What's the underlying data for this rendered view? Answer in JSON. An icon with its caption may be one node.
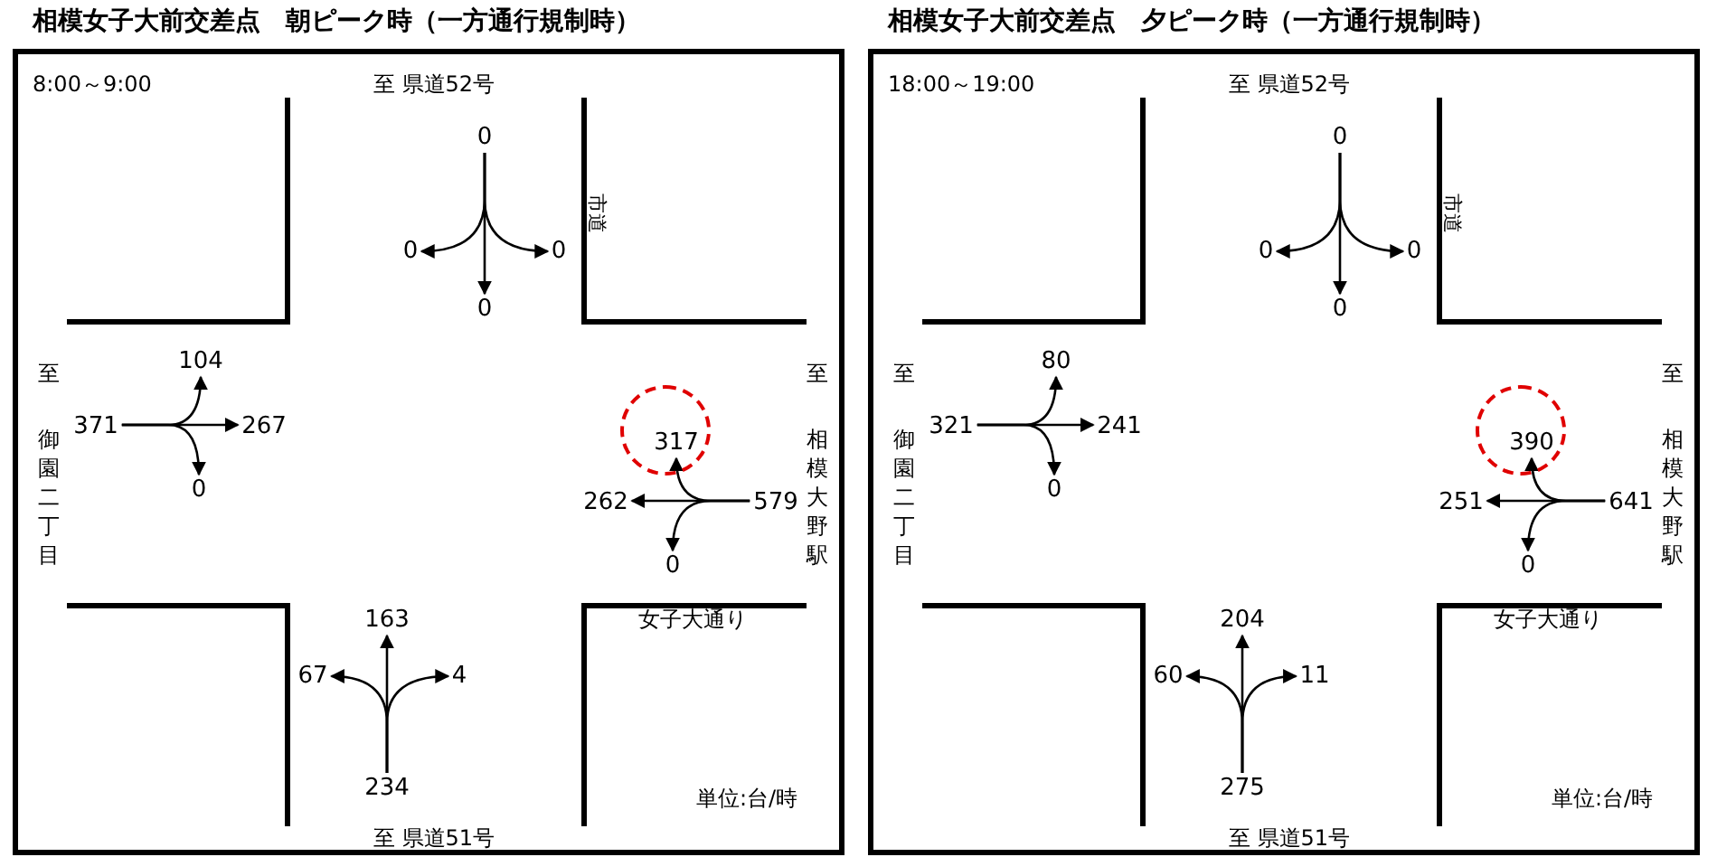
{
  "diagram": {
    "nodes": [
      {
        "text": [
          "相模女子大前交差点　朝ピーク時（一方通行規制時）"
        ]
      },
      {
        "text": [
          "0"
        ],
        "in": 0
      },
      {
        "text": [
          "0"
        ],
        "in": 0
      },
      {
        "text": [
          "0"
        ],
        "in": 0
      },
      {
        "text": [
          "0"
        ],
        "in": 0
      },
      {
        "text": [
          "104"
        ],
        "in": 0
      },
      {
        "text": [
          "371"
        ],
        "in": 0
      },
      {
        "text": [
          "267"
        ],
        "in": 0
      },
      {
        "text": [
          "0"
        ],
        "in": 0
      },
      {
        "text": [],
        "shape": "circle",
        "in": 0
      },
      {
        "text": [
          "317"
        ],
        "in": 9
      },
      {
        "text": [
          "262"
        ],
        "in": 0
      },
      {
        "text": [
          "579"
        ],
        "in": 0
      },
      {
        "text": [
          "0"
        ],
        "in": 0
      },
      {
        "text": [
          "163"
        ],
        "in": 0
      },
      {
        "text": [
          "67"
        ],
        "in": 0
      },
      {
        "text": [
          "4"
        ],
        "in": 0
      },
      {
        "text": [
          "234"
        ],
        "in": 0
      },
      {
        "text": [
          "相模女子大前交差点　夕ピーク時（一方通行規制時）"
        ]
      },
      {
        "text": [
          "0"
        ],
        "in": 18
      },
      {
        "text": [
          "0"
        ],
        "in": 18
      },
      {
        "text": [
          "0"
        ],
        "in": 18
      },
      {
        "text": [
          "0"
        ],
        "in": 18
      },
      {
        "text": [
          "80"
        ],
        "in": 18
      },
      {
        "text": [
          "321"
        ],
        "in": 18
      },
      {
        "text": [
          "241"
        ],
        "in": 18
      },
      {
        "text": [
          "0"
        ],
        "in": 18
      },
      {
        "text": [],
        "shape": "circle",
        "in": 18
      },
      {
        "text": [
          "390"
        ],
        "in": 27
      },
      {
        "text": [
          "251"
        ],
        "in": 18
      },
      {
        "text": [
          "641"
        ],
        "in": 18
      },
      {
        "text": [
          "0"
        ],
        "in": 18
      },
      {
        "text": [
          "204"
        ],
        "in": 18
      },
      {
        "text": [
          "60"
        ],
        "in": 18
      },
      {
        "text": [
          "11"
        ],
        "in": 18
      },
      {
        "text": [
          "275"
        ],
        "in": 18
      }
    ],
    "edges": [
      {
        "from": 1,
        "to": 2,
        "arrow": "to"
      },
      {
        "from": 1,
        "to": 3,
        "arrow": "to"
      },
      {
        "from": 1,
        "to": 4,
        "arrow": "to"
      },
      {
        "from": 6,
        "to": 5,
        "arrow": "to"
      },
      {
        "from": 6,
        "to": 7,
        "arrow": "to"
      },
      {
        "from": 6,
        "to": 8,
        "arrow": "to"
      },
      {
        "from": 12,
        "to": 10,
        "arrow": "to"
      },
      {
        "from": 12,
        "to": 11,
        "arrow": "to"
      },
      {
        "from": 12,
        "to": 13,
        "arrow": "to"
      },
      {
        "from": 17,
        "to": 14,
        "arrow": "to"
      },
      {
        "from": 17,
        "to": 15,
        "arrow": "to"
      },
      {
        "from": 17,
        "to": 16,
        "arrow": "to"
      },
      {
        "from": 19,
        "to": 20,
        "arrow": "to"
      },
      {
        "from": 19,
        "to": 21,
        "arrow": "to"
      },
      {
        "from": 19,
        "to": 22,
        "arrow": "to"
      },
      {
        "from": 24,
        "to": 23,
        "arrow": "to"
      },
      {
        "from": 24,
        "to": 25,
        "arrow": "to"
      },
      {
        "from": 24,
        "to": 26,
        "arrow": "to"
      },
      {
        "from": 30,
        "to": 28,
        "arrow": "to"
      },
      {
        "from": 30,
        "to": 29,
        "arrow": "to"
      },
      {
        "from": 30,
        "to": 31,
        "arrow": "to"
      },
      {
        "from": 35,
        "to": 32,
        "arrow": "to"
      },
      {
        "from": 35,
        "to": 33,
        "arrow": "to"
      },
      {
        "from": 35,
        "to": 34,
        "arrow": "to"
      }
    ],
    "labels": [
      "8:00～9:00",
      "至 県道52号",
      "市道",
      "至",
      "御園二丁目",
      "至",
      "相模大野駅",
      "女子大通り",
      "単位:台/時",
      "至 県道51号",
      "18:00～19:00",
      "至 県道52号",
      "市道",
      "至",
      "御園二丁目",
      "至",
      "相模大野駅",
      "女子大通り",
      "単位:台/時",
      "至 県道51号"
    ]
  }
}
